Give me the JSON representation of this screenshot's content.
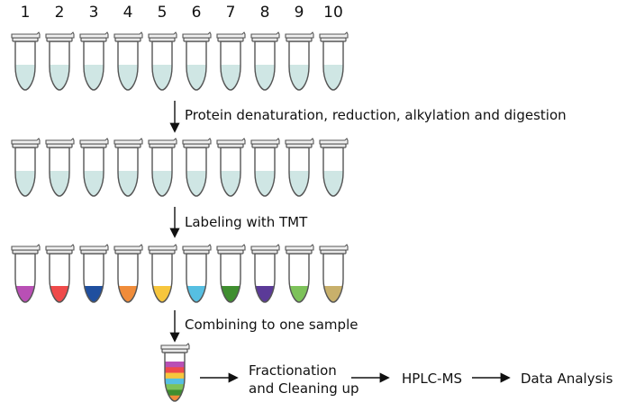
{
  "tube_numbers": [
    "1",
    "2",
    "3",
    "4",
    "5",
    "6",
    "7",
    "8",
    "9",
    "10"
  ],
  "steps": {
    "step1": "Protein denaturation, reduction, alkylation and digestion",
    "step2": "Labeling with TMT",
    "step3": "Combining to one sample"
  },
  "flow": {
    "fractionation_line1": "Fractionation",
    "fractionation_line2": "and Cleaning up",
    "hplc": "HPLC-MS",
    "analysis": "Data Analysis"
  },
  "colors": {
    "sample_liquid": "#cfe6e4",
    "tube_outline": "#555555",
    "labels": [
      "#b94fb5",
      "#ef4a4a",
      "#1f4f9f",
      "#f08c3a",
      "#f7c63d",
      "#56bfe2",
      "#3f8e2f",
      "#5b3a98",
      "#7dc25a",
      "#c8b06b"
    ],
    "combined_bands": [
      "#b94fb5",
      "#ef4a4a",
      "#f7c63d",
      "#56bfe2",
      "#7dc25a",
      "#3f8e2f",
      "#f08c3a"
    ]
  }
}
